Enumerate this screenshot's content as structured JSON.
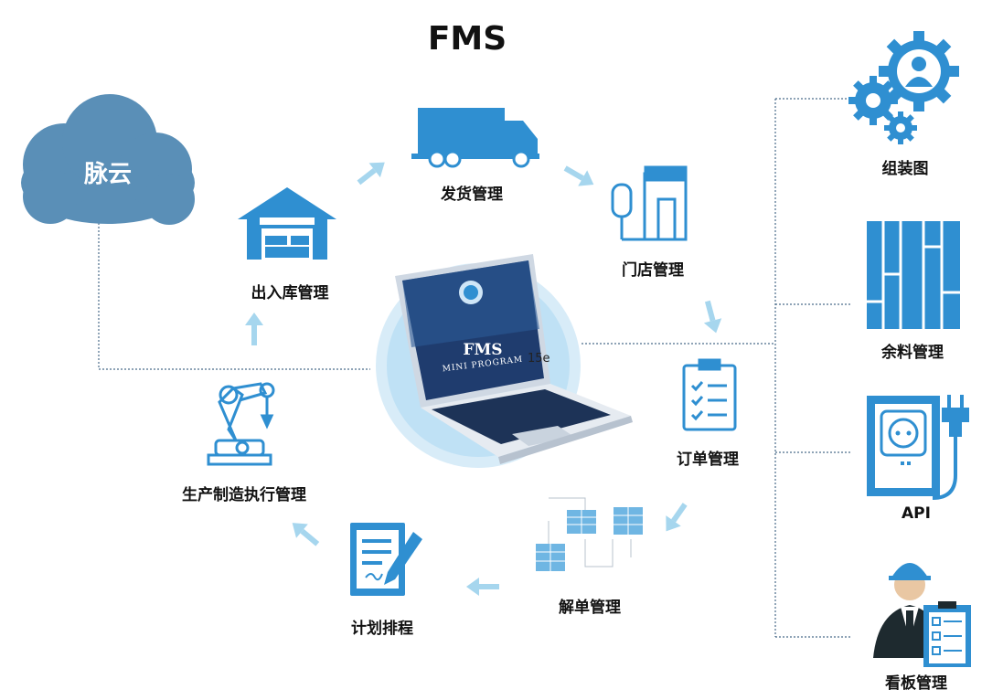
{
  "title": "FMS",
  "cloud": {
    "label": "脉云"
  },
  "laptop": {
    "screen_title": "FMS",
    "screen_subtitle": "MINI PROGRAM",
    "screen_id": "15e"
  },
  "cycle_nodes": [
    {
      "label": "发货管理",
      "icon": "delivery-truck-icon"
    },
    {
      "label": "门店管理",
      "icon": "store-icon"
    },
    {
      "label": "订单管理",
      "icon": "clipboard-checklist-icon"
    },
    {
      "label": "解单管理",
      "icon": "flow-tables-icon"
    },
    {
      "label": "计划排程",
      "icon": "plan-document-icon"
    },
    {
      "label": "生产制造执行管理",
      "icon": "robot-arm-icon"
    },
    {
      "label": "出入库管理",
      "icon": "warehouse-icon"
    }
  ],
  "side_nodes": [
    {
      "label": "组装图",
      "icon": "gears-user-icon"
    },
    {
      "label": "余料管理",
      "icon": "material-panels-icon"
    },
    {
      "label": "API",
      "icon": "power-socket-icon"
    },
    {
      "label": "看板管理",
      "icon": "worker-board-icon"
    }
  ],
  "colors": {
    "primary": "#2f8fd1",
    "light_arrow": "#a6d6ee",
    "cloud": "#5a8fb7",
    "line": "#4a6c8a"
  }
}
